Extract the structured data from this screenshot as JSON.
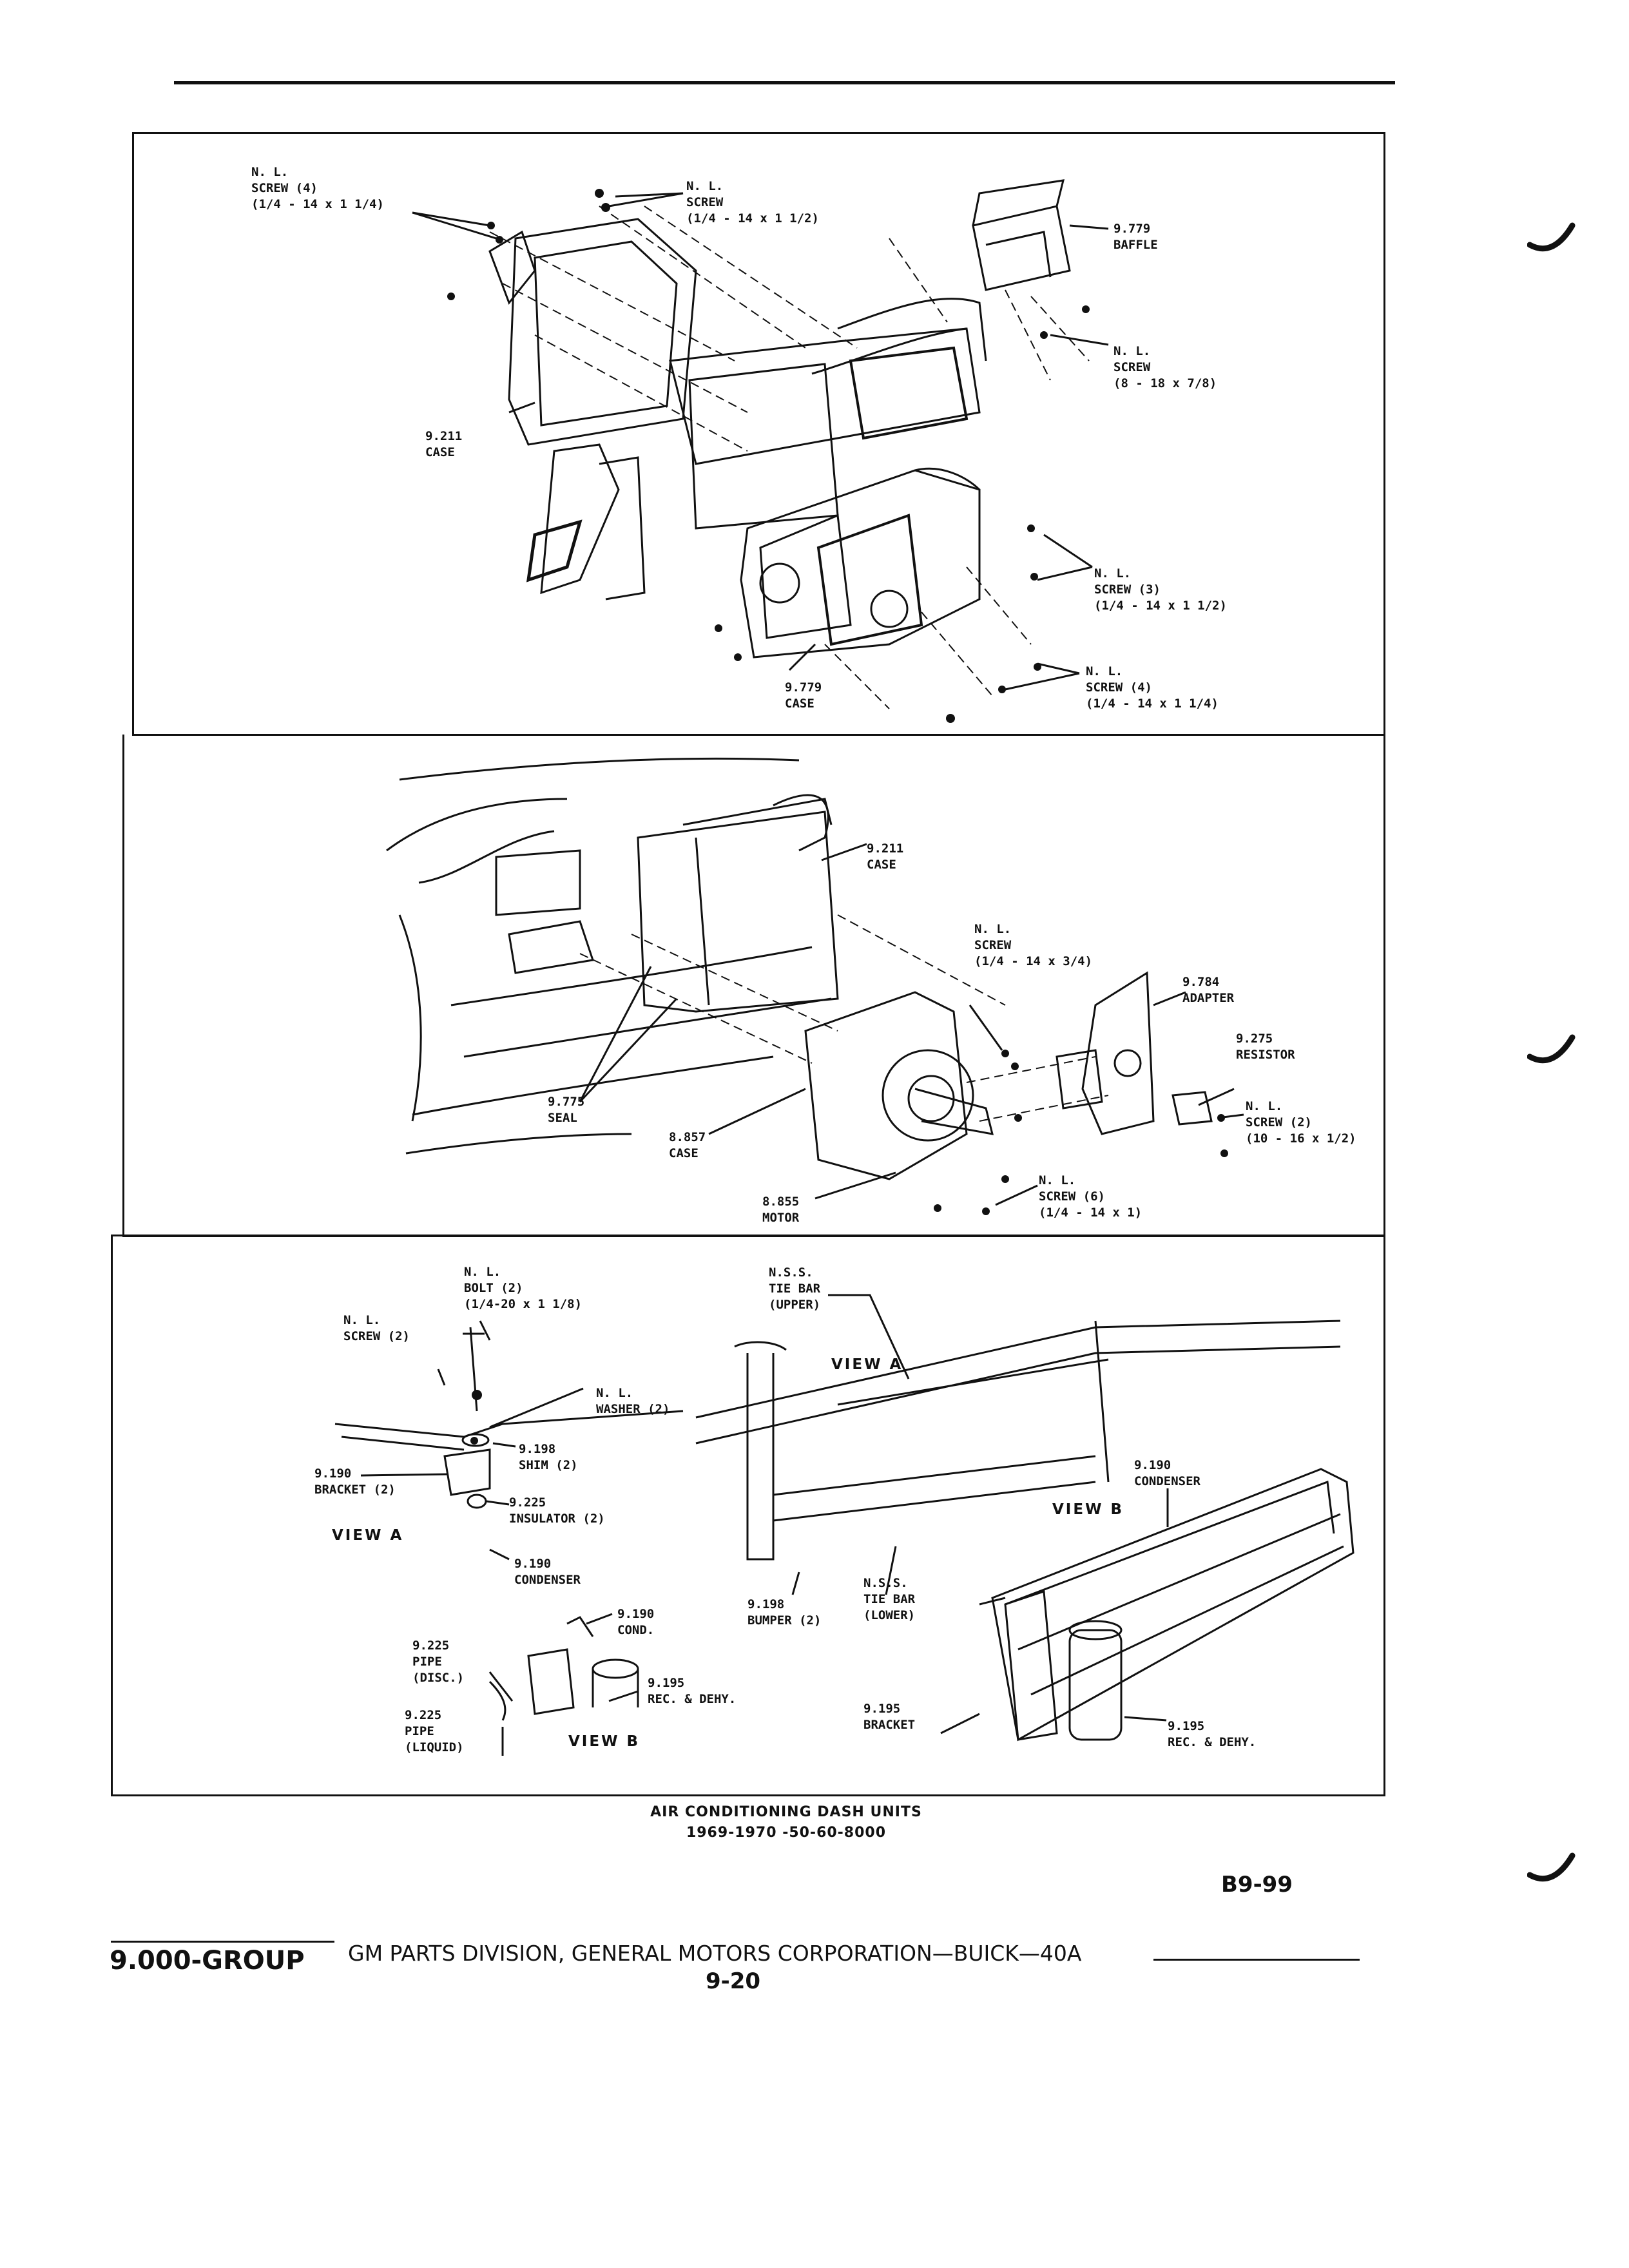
{
  "panel1": {
    "labels": [
      {
        "lines": [
          "N. L.",
          "SCREW (4)",
          "(1/4 - 14 x 1 1/4)"
        ]
      },
      {
        "lines": [
          "N. L.",
          "SCREW",
          "(1/4 - 14 x 1 1/2)"
        ]
      },
      {
        "lines": [
          "9.779",
          "BAFFLE"
        ]
      },
      {
        "lines": [
          "N. L.",
          "SCREW",
          "(8 - 18 x 7/8)"
        ]
      },
      {
        "lines": [
          "9.211",
          "CASE"
        ]
      },
      {
        "lines": [
          "N. L.",
          "SCREW (3)",
          "(1/4 - 14 x 1 1/2)"
        ]
      },
      {
        "lines": [
          "N. L.",
          "SCREW (4)",
          "(1/4 - 14 x 1 1/4)"
        ]
      },
      {
        "lines": [
          "9.779",
          "CASE"
        ]
      }
    ]
  },
  "panel2": {
    "labels": [
      {
        "lines": [
          "9.211",
          "CASE"
        ]
      },
      {
        "lines": [
          "N. L.",
          "SCREW",
          "(1/4 - 14 x 3/4)"
        ]
      },
      {
        "lines": [
          "9.784",
          "ADAPTER"
        ]
      },
      {
        "lines": [
          "9.275",
          "RESISTOR"
        ]
      },
      {
        "lines": [
          "N. L.",
          "SCREW (2)",
          "(10 - 16 x 1/2)"
        ]
      },
      {
        "lines": [
          "9.775",
          "SEAL"
        ]
      },
      {
        "lines": [
          "8.857",
          "CASE"
        ]
      },
      {
        "lines": [
          "8.855",
          "MOTOR"
        ]
      },
      {
        "lines": [
          "N. L.",
          "SCREW (6)",
          "(1/4 - 14 x 1)"
        ]
      }
    ]
  },
  "panel3": {
    "labels": [
      {
        "lines": [
          "N. L.",
          "BOLT (2)",
          "(1/4-20 x 1 1/8)"
        ]
      },
      {
        "lines": [
          "N. L.",
          "SCREW (2)"
        ]
      },
      {
        "lines": [
          "N. L.",
          "WASHER (2)"
        ]
      },
      {
        "lines": [
          "9.198",
          "SHIM (2)"
        ]
      },
      {
        "lines": [
          "9.190",
          "BRACKET (2)"
        ]
      },
      {
        "lines": [
          "9.225",
          "INSULATOR (2)"
        ]
      },
      {
        "lines": [
          "9.190",
          "CONDENSER"
        ]
      },
      {
        "lines": [
          "9.190",
          "COND."
        ]
      },
      {
        "lines": [
          "9.225",
          "PIPE",
          "(DISC.)"
        ]
      },
      {
        "lines": [
          "9.195",
          "REC. & DEHY."
        ]
      },
      {
        "lines": [
          "9.225",
          "PIPE",
          "(LIQUID)"
        ]
      },
      {
        "lines": [
          "N.S.S.",
          "TIE BAR",
          "(UPPER)"
        ]
      },
      {
        "lines": [
          "9.190",
          "CONDENSER"
        ]
      },
      {
        "lines": [
          "9.198",
          "BUMPER (2)"
        ]
      },
      {
        "lines": [
          "N.S.S.",
          "TIE BAR",
          "(LOWER)"
        ]
      },
      {
        "lines": [
          "9.195",
          "BRACKET"
        ]
      },
      {
        "lines": [
          "9.195",
          "REC. & DEHY."
        ]
      }
    ],
    "views": [
      "VIEW A",
      "VIEW B",
      "VIEW A",
      "VIEW B"
    ]
  },
  "caption": {
    "line1": "AIR CONDITIONING DASH UNITS",
    "line2": "1969-1970 -50-60-8000"
  },
  "page_code": "B9-99",
  "footer": {
    "group": "9.000-GROUP",
    "division": "GM PARTS DIVISION, GENERAL MOTORS CORPORATION—BUICK—40A",
    "page": "9-20"
  }
}
